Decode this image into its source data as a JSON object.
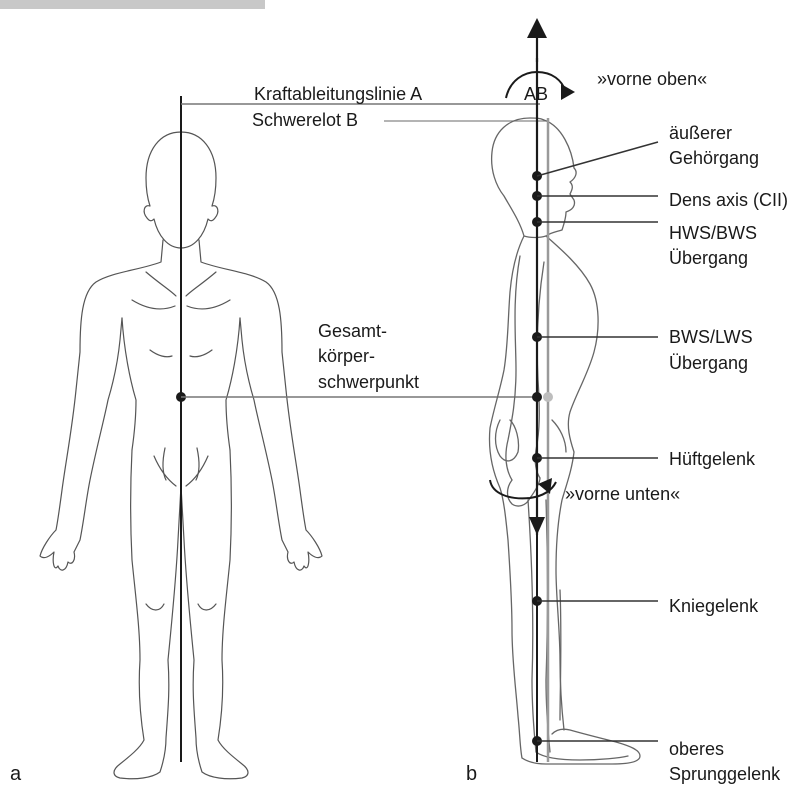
{
  "panels": {
    "a": "a",
    "b": "b"
  },
  "labels": {
    "kraft": "Kraftableitungslinie A",
    "schwere": "Schwerelot B",
    "ab": "AB",
    "vorne_oben": "»vorne oben«",
    "gehoer_1": "äußerer",
    "gehoer_2": "Gehörgang",
    "dens": "Dens axis (CII)",
    "hws_1": "HWS/BWS",
    "hws_2": "Übergang",
    "gesamt_1": "Gesamt-",
    "gesamt_2": "körper-",
    "gesamt_3": "schwerpunkt",
    "bws_1": "BWS/LWS",
    "bws_2": "Übergang",
    "hueft": "Hüftgelenk",
    "vorne_unten": "»vorne unten«",
    "knie": "Kniegelenk",
    "sprung_1": "oberes",
    "sprung_2": "Sprunggelenk"
  },
  "colors": {
    "ink": "#1a1a1a",
    "outline": "#555555",
    "gray_line": "#9a9a9a",
    "header_bar": "#c8c8c8"
  }
}
